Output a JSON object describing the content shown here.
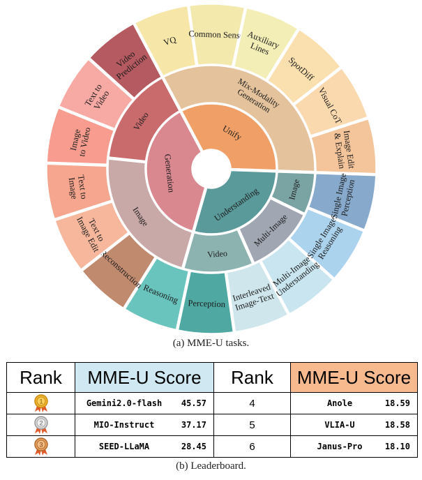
{
  "wheel": {
    "center": "Unify",
    "understanding": "Understanding",
    "generation": "Generation",
    "inner_ring": [
      "Mix-Modality Generation",
      "Image",
      "Multi-Image",
      "Video",
      "Image",
      "Video"
    ],
    "outer_ring": [
      "VQ",
      "Common Sense",
      "Auxiliary Lines",
      "SpotDiff",
      "Visual CoT",
      "Image Edit & Explain",
      "Single Image Perception",
      "Single Image Reasoning",
      "Multi-Image Understanding",
      "Interleaved Image-Text",
      "Perception",
      "Reasoning",
      "Reconstruction",
      "Text to Image Edit",
      "Text to Image",
      "Image to Video",
      "Text to Video",
      "Video Prediction"
    ],
    "colors": {
      "unify": "#f0a066",
      "understanding": "#5a9a9a",
      "generation": "#d98890",
      "mixgen": "#e3c29c",
      "und_image": "#7aa3a3",
      "und_multi": "#a0a6b2",
      "und_video": "#8cb3b0",
      "gen_image": "#c9a8a8",
      "gen_video": "#c96a6c"
    }
  },
  "captions": {
    "a": "(a) MME-U tasks.",
    "b": "(b) Leaderboard."
  },
  "leaderboard": {
    "headers": [
      "Rank",
      "MME-U Score",
      "Rank",
      "MME-U Score"
    ],
    "header_colors": {
      "rank": "#ffffff",
      "score_left": "#cfe8f1",
      "score_right": "#f7ba8f"
    },
    "left": [
      {
        "medal": "gold-medal",
        "medal_label": "1",
        "model": "Gemini2.0-flash",
        "score": "45.57"
      },
      {
        "medal": "silver-medal",
        "medal_label": "2",
        "model": "MIO-Instruct",
        "score": "37.17"
      },
      {
        "medal": "bronze-medal",
        "medal_label": "3",
        "model": "SEED-LLaMA",
        "score": "28.45"
      }
    ],
    "right": [
      {
        "rank": "4",
        "model": "Anole",
        "score": "18.59"
      },
      {
        "rank": "5",
        "model": "VLIA-U",
        "score": "18.58"
      },
      {
        "rank": "6",
        "model": "Janus-Pro",
        "score": "18.10"
      }
    ]
  }
}
